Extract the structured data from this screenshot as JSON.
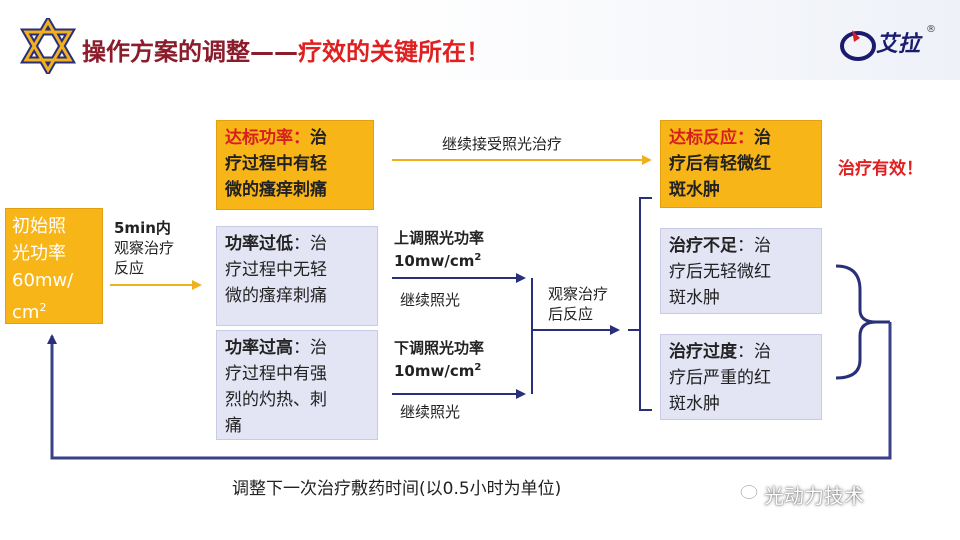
{
  "header": {
    "title_main": "操作方案的调整",
    "title_dash": "——",
    "title_accent": "疗效的关键所在！",
    "logo_text": "艾拉",
    "logo_reg": "®"
  },
  "initial_box": {
    "line1": "初始照",
    "line2": "光功率",
    "line3": "60mw/",
    "line4": "cm",
    "sup": "2"
  },
  "observe_label": {
    "line1": "5min内",
    "line2": "观察治疗",
    "line3": "反应"
  },
  "box_standard_power": {
    "key": "达标功率：",
    "text1": "治",
    "text2": "疗过程中有轻",
    "text3": "微的瘙痒刺痛"
  },
  "box_low_power": {
    "key": "功率过低",
    "text1": "：治",
    "text2": "疗过程中无轻",
    "text3": "微的瘙痒刺痛"
  },
  "box_high_power": {
    "key": "功率过高",
    "text1": "：治",
    "text2": "疗过程中有强",
    "text3": "烈的灼热、刺",
    "text4": "痛"
  },
  "continue_label": "继续接受照光治疗",
  "raise_label": {
    "line1": "上调照光功率",
    "line2": "10mw/cm",
    "sup": "2",
    "line3": "继续照光"
  },
  "lower_label": {
    "line1": "下调照光功率",
    "line2": "10mw/cm",
    "sup": "2",
    "line3": "继续照光"
  },
  "observe_after": {
    "line1": "观察治疗",
    "line2": "后反应"
  },
  "box_standard_reaction": {
    "key": "达标反应：",
    "text1": "治",
    "text2": "疗后有轻微红",
    "text3": "斑水肿"
  },
  "box_insufficient": {
    "key": "治疗不足",
    "text1": "：治",
    "text2": "疗后无轻微红",
    "text3": "斑水肿"
  },
  "box_excessive": {
    "key": "治疗过度",
    "text1": "：治",
    "text2": "疗后严重的红",
    "text3": "斑水肿"
  },
  "effective_label": "治疗有效！",
  "bottom_note": "调整下一次治疗敷药时间(以0.5小时为单位)",
  "watermark": "光动力技术",
  "colors": {
    "yellow": "#f7b518",
    "lavender": "#e3e4f4",
    "navy": "#2a2f7a",
    "red": "#e02020",
    "title": "#8a1c2b"
  },
  "icons": [
    "star-of-david-logo-icon",
    "brand-logo-icon",
    "wechat-icon"
  ]
}
